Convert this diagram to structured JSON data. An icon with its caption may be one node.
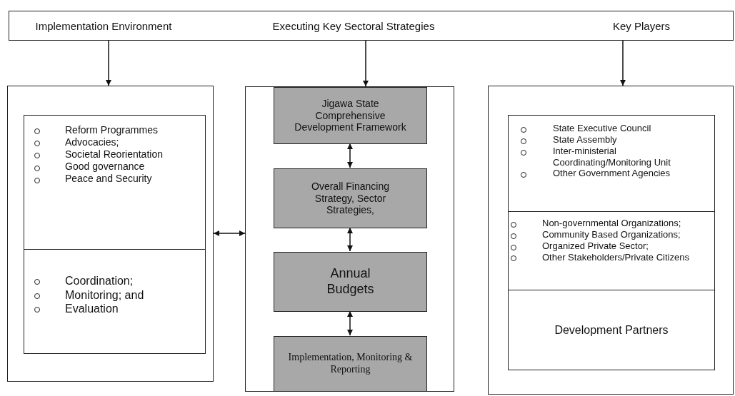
{
  "diagram": {
    "nodes": [
      {
        "text": [
          "Implementation Environment",
          "Executing Key Sectoral Strategies",
          "Key Players"
        ]
      },
      {
        "text": [],
        "shape": "box"
      },
      {
        "text": [
          "Reform Programmes",
          "Advocacies;",
          "Societal Reorientation",
          "Good governance",
          "Peace and Security"
        ],
        "in": 1
      },
      {
        "text": [
          "Coordination;",
          "Monitoring; and",
          "Evaluation"
        ],
        "in": 1
      },
      {
        "text": [],
        "shape": "box"
      },
      {
        "text": [
          "Jigawa State Comprehensive Development Framework"
        ],
        "in": 4
      },
      {
        "text": [
          "Overall Financing Strategy, Sector Strategies,"
        ],
        "in": 4
      },
      {
        "text": [
          "Annual Budgets"
        ],
        "in": 4
      },
      {
        "text": [
          "Implementation, Monitoring & Reporting"
        ],
        "in": 4
      },
      {
        "text": [],
        "shape": "box"
      },
      {
        "text": [
          "State Executive Council",
          "State Assembly",
          "Inter-ministerial Coordinating/Monitoring Unit",
          "Other Government Agencies"
        ],
        "in": 9
      },
      {
        "text": [
          "Non-governmental Organizations;",
          "Community Based Organizations;",
          "Organized Private Sector;",
          "Other Stakeholders/Private Citizens"
        ],
        "in": 9
      },
      {
        "text": [
          "Development Partners"
        ],
        "in": 9
      }
    ],
    "edges": [
      {
        "from": 0,
        "to": 1,
        "arrow": "to"
      },
      {
        "from": 0,
        "to": 4,
        "arrow": "to"
      },
      {
        "from": 0,
        "to": 9,
        "arrow": "to"
      },
      {
        "from": 1,
        "to": 4,
        "arrow": "both"
      },
      {
        "from": 5,
        "to": 6,
        "arrow": "both"
      },
      {
        "from": 6,
        "to": 7,
        "arrow": "both"
      },
      {
        "from": 7,
        "to": 8,
        "arrow": "both"
      }
    ]
  }
}
